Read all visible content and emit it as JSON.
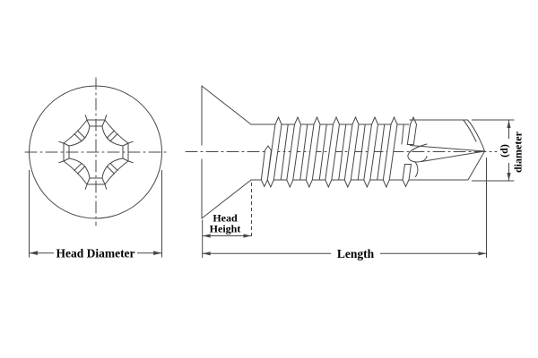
{
  "diagram": {
    "type": "technical-drawing-self-drilling-flat-head-screw",
    "labels": {
      "head_diameter": "Head Diameter",
      "head_height_line1": "Head",
      "head_height_line2": "Height",
      "length": "Length",
      "diameter_line1": "(d)",
      "diameter_line2": "diameter"
    },
    "colors": {
      "background": "#ffffff",
      "line": "#474747",
      "text": "#000000"
    }
  }
}
